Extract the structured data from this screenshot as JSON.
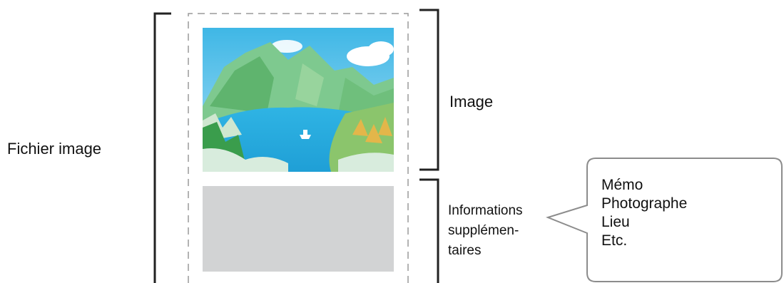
{
  "diagram": {
    "file_label": "Fichier image",
    "image_label": "Image",
    "info_label_lines": [
      "Informations",
      "supplémen-",
      "taires"
    ],
    "callout_items": [
      "Mémo",
      "Photographe",
      "Lieu",
      "Etc."
    ]
  }
}
